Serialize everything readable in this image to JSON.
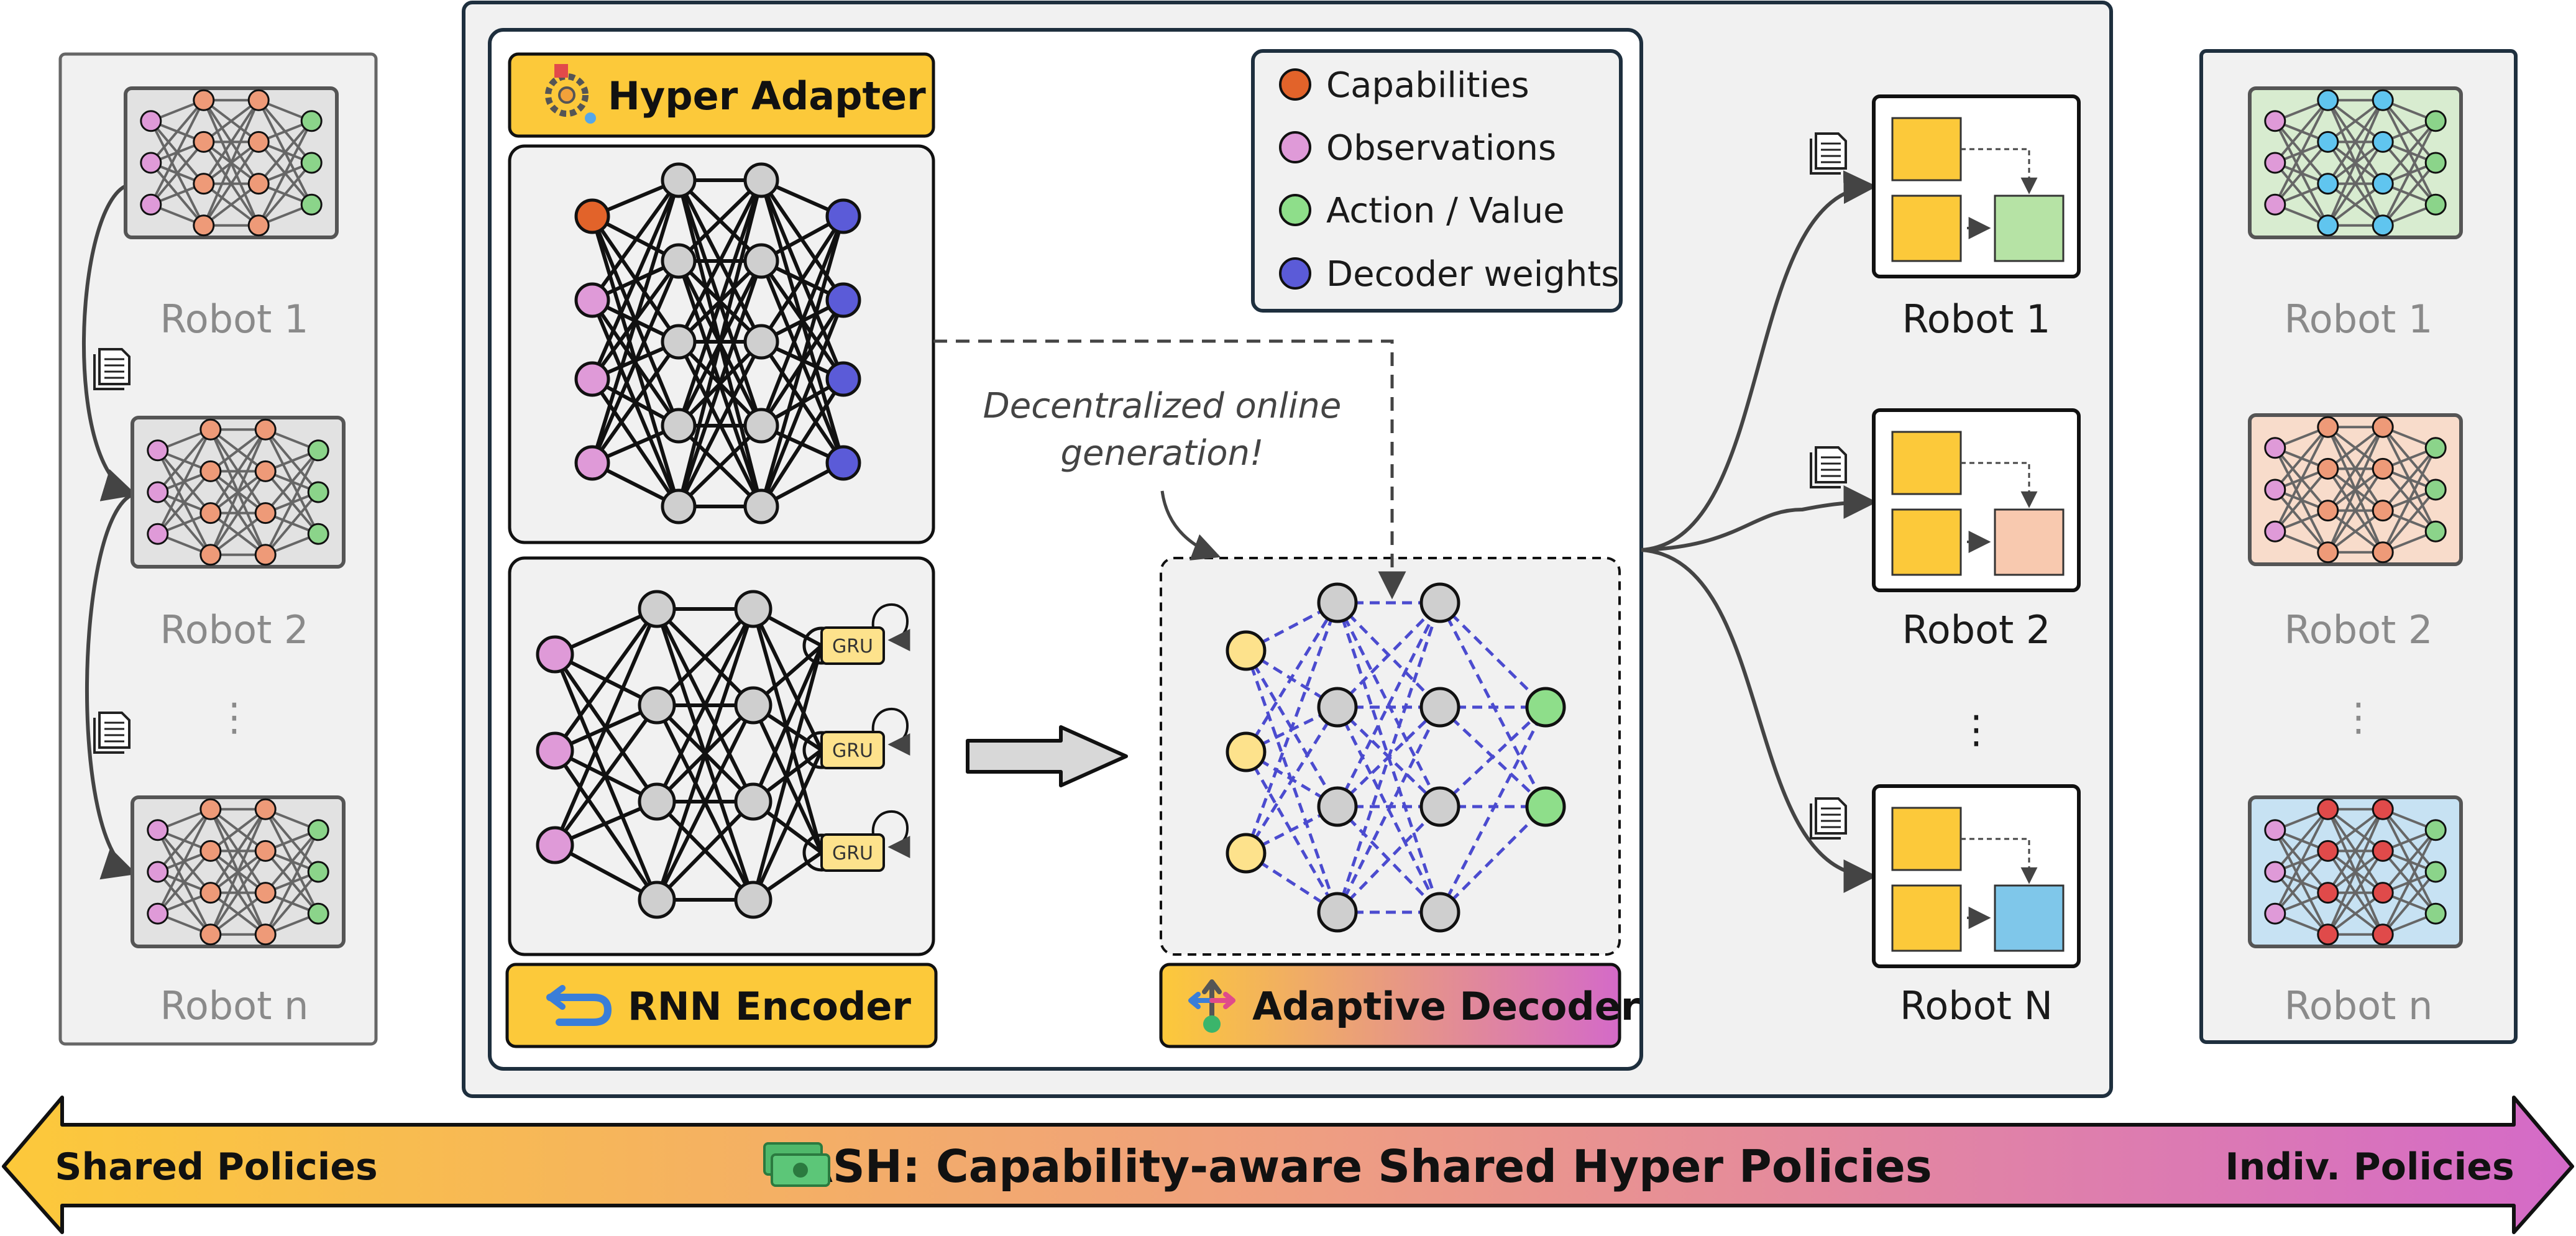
{
  "colors": {
    "capabilities": "#e2632a",
    "observations": "#df9ad8",
    "action_value": "#8ede8a",
    "decoder_weights": "#5b5bd8",
    "hidden": "#cfcfcf",
    "decoder_input": "#fde28c",
    "shared_output": "#8bd48a",
    "shared_hidden": "#ee9a78",
    "robot1_hidden": "#60c5ef",
    "robot2_hidden": "#ee9a78",
    "robotn_hidden": "#e04a4a",
    "gold": "#fcc93a",
    "banner_left": "#fcc93a",
    "banner_right": "#d46ac8",
    "decoder_edge": "#4b4bcf"
  },
  "left_panel": {
    "robots": [
      "Robot 1",
      "Robot 2",
      "Robot n"
    ],
    "ellipsis": "⋮",
    "doc_icon": "document-icon"
  },
  "center": {
    "hyper_adapter_title": "Hyper Adapter",
    "rnn_encoder_title": "RNN Encoder",
    "adaptive_decoder_title": "Adaptive Decoder",
    "gru_labels": [
      "GRU",
      "GRU",
      "GRU"
    ],
    "note_line1": "Decentralized online",
    "note_line2": "generation!",
    "legend": [
      {
        "label": "Capabilities",
        "color_key": "capabilities"
      },
      {
        "label": "Observations",
        "color_key": "observations"
      },
      {
        "label": "Action / Value",
        "color_key": "action_value"
      },
      {
        "label": "Decoder weights",
        "color_key": "decoder_weights"
      }
    ]
  },
  "right_outputs": {
    "robots": [
      "Robot 1",
      "Robot 2",
      "Robot N"
    ],
    "ellipsis": "⋮"
  },
  "right_panel": {
    "robots": [
      "Robot 1",
      "Robot 2",
      "Robot n"
    ],
    "ellipsis": "⋮"
  },
  "banner": {
    "left": "Shared Policies",
    "title": "CASH: Capability-aware Shared Hyper Policies",
    "right": "Indiv. Policies"
  }
}
